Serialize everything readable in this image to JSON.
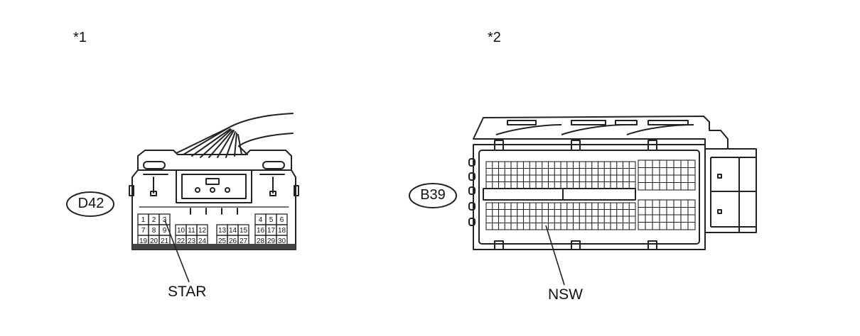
{
  "figure_1": {
    "ref_label": "*1",
    "connector_id": "D42",
    "terminal_label": "STAR",
    "pins": [
      "1",
      "2",
      "3",
      "4",
      "5",
      "6",
      "7",
      "8",
      "9",
      "10",
      "11",
      "12",
      "13",
      "14",
      "15",
      "16",
      "17",
      "18",
      "19",
      "20",
      "21",
      "22",
      "23",
      "24",
      "25",
      "26",
      "27",
      "28",
      "29",
      "30"
    ]
  },
  "figure_2": {
    "ref_label": "*2",
    "connector_id": "B39",
    "terminal_label": "NSW"
  }
}
